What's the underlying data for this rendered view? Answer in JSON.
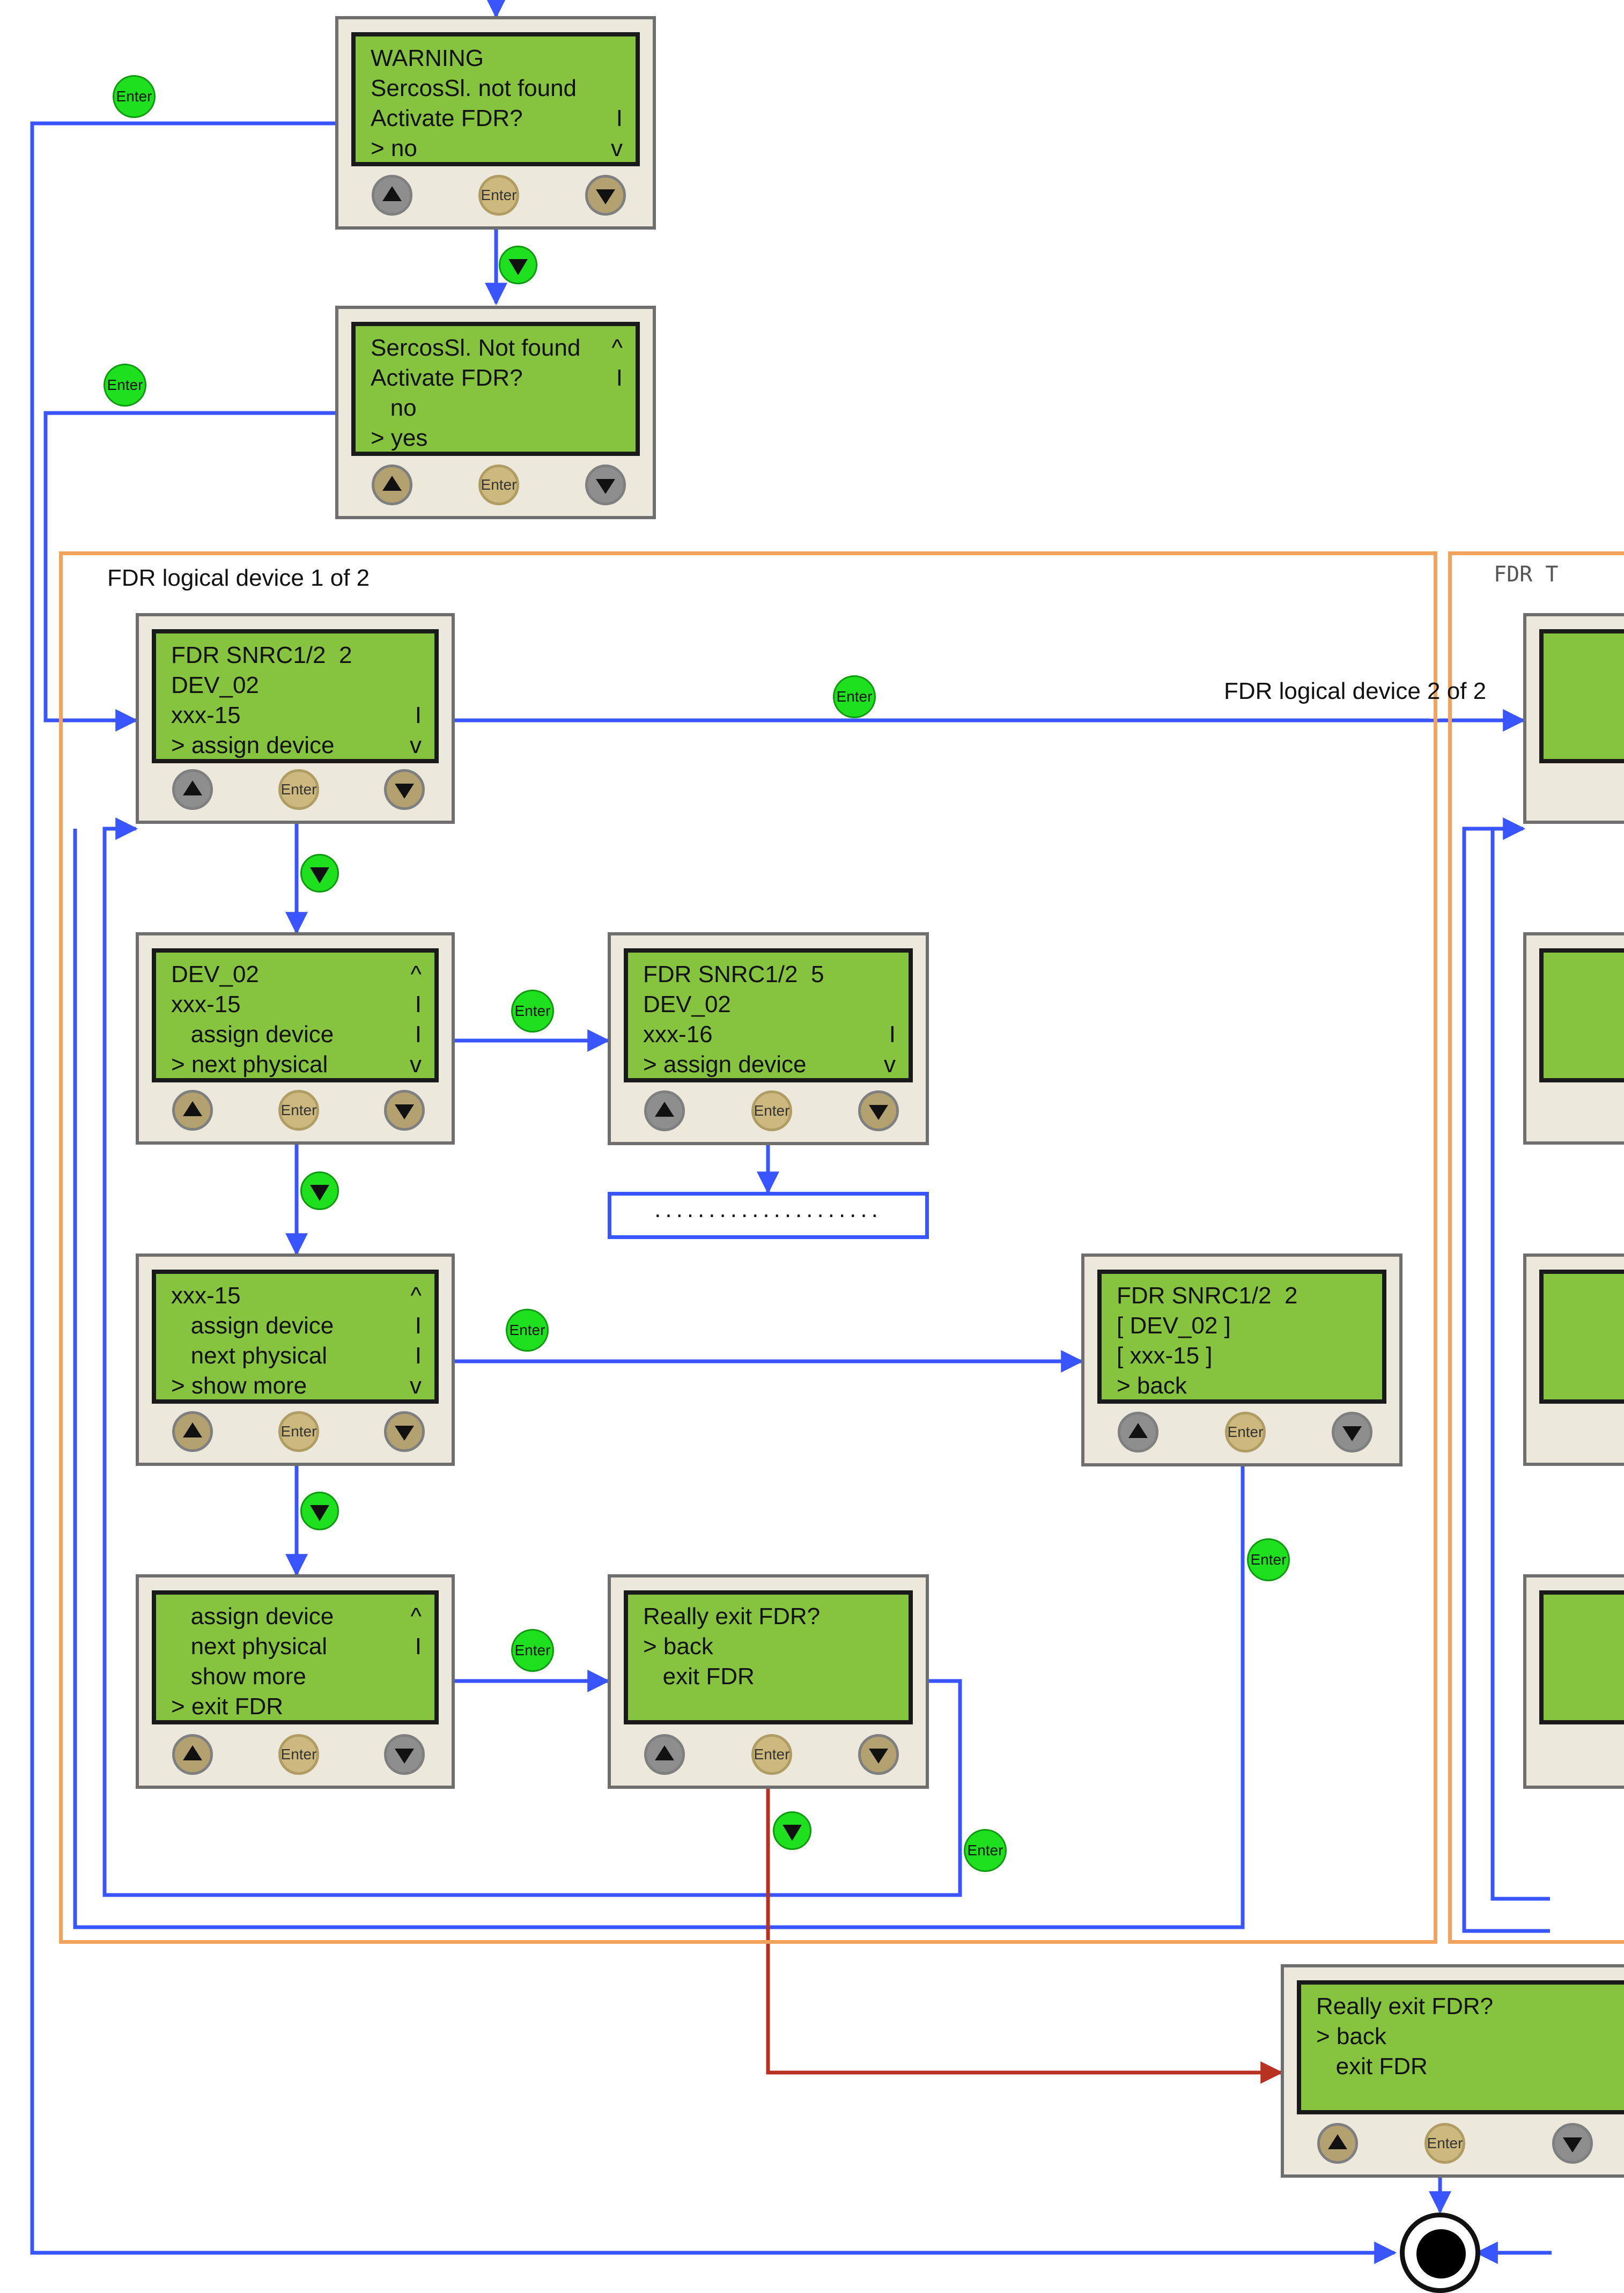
{
  "group_labels": {
    "device1": "FDR logical device 1 of 2",
    "device2": "FDR logical device 2 of 2",
    "device2_partial": "FDR T"
  },
  "buttons": {
    "enter": "Enter"
  },
  "screens": {
    "warning": [
      {
        "t": "WARNING",
        "m": ""
      },
      {
        "t": "SercosSl. not found",
        "m": ""
      },
      {
        "t": "Activate FDR?",
        "m": "I"
      },
      {
        "t": "> no",
        "m": "v"
      }
    ],
    "activate": [
      {
        "t": "SercosSl. Not found",
        "m": "^"
      },
      {
        "t": "Activate FDR?",
        "m": "I"
      },
      {
        "t": "   no",
        "m": ""
      },
      {
        "t": "> yes",
        "m": ""
      }
    ],
    "fdr_main": [
      {
        "t": "FDR SNRC1/2  2",
        "m": ""
      },
      {
        "t": "DEV_02",
        "m": ""
      },
      {
        "t": "xxx-15",
        "m": "I"
      },
      {
        "t": "> assign device",
        "m": "v"
      }
    ],
    "dev_menu": [
      {
        "t": "DEV_02",
        "m": "^"
      },
      {
        "t": "xxx-15",
        "m": "I"
      },
      {
        "t": "   assign device",
        "m": "I"
      },
      {
        "t": "> next physical",
        "m": "v"
      }
    ],
    "next_phys": [
      {
        "t": "FDR SNRC1/2  5",
        "m": ""
      },
      {
        "t": "DEV_02",
        "m": ""
      },
      {
        "t": "xxx-16",
        "m": "I"
      },
      {
        "t": "> assign device",
        "m": "v"
      }
    ],
    "show_more_menu": [
      {
        "t": "xxx-15",
        "m": "^"
      },
      {
        "t": "   assign device",
        "m": "I"
      },
      {
        "t": "   next physical",
        "m": "I"
      },
      {
        "t": "> show more",
        "m": "v"
      }
    ],
    "show_more_screen": [
      {
        "t": "FDR SNRC1/2  2",
        "m": ""
      },
      {
        "t": "[ DEV_02 ]",
        "m": ""
      },
      {
        "t": "[ xxx-15 ]",
        "m": ""
      },
      {
        "t": "> back",
        "m": ""
      }
    ],
    "exit_menu": [
      {
        "t": "   assign device",
        "m": "^"
      },
      {
        "t": "   next physical",
        "m": "I"
      },
      {
        "t": "   show more",
        "m": ""
      },
      {
        "t": "> exit FDR",
        "m": ""
      }
    ],
    "really_exit": [
      {
        "t": "Really exit FDR?",
        "m": ""
      },
      {
        "t": "> back",
        "m": ""
      },
      {
        "t": "   exit FDR",
        "m": ""
      },
      {
        "t": "",
        "m": ""
      }
    ],
    "really_exit_2": [
      {
        "t": "Really exit FDR?",
        "m": ""
      },
      {
        "t": "> back",
        "m": ""
      },
      {
        "t": "   exit FDR",
        "m": ""
      },
      {
        "t": "",
        "m": ""
      }
    ]
  },
  "placeholder_box": ".....................",
  "colors": {
    "flow": "#3955ff",
    "exit_flow": "#b83222",
    "group_border": "#f3a35e",
    "screen": "#86c440",
    "enter_badge": "#1fe01f"
  }
}
